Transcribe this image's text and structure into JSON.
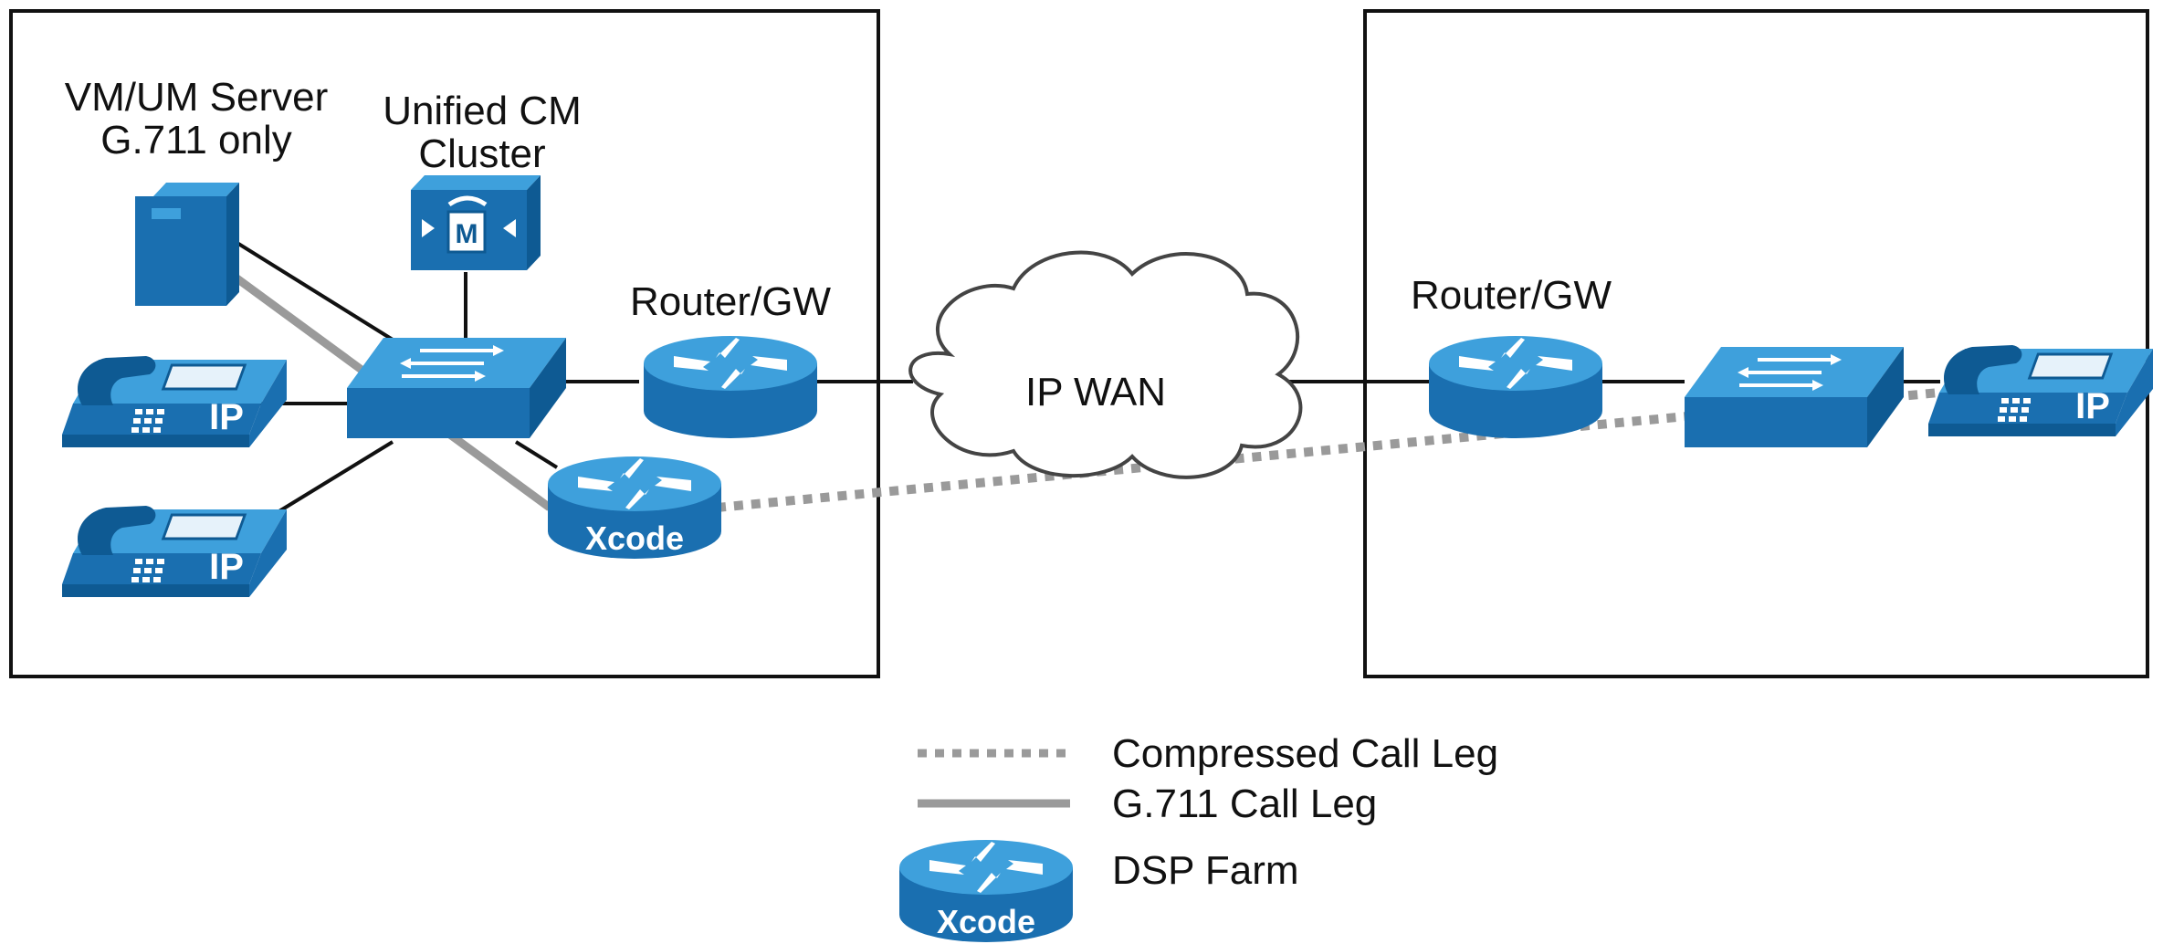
{
  "labels": {
    "vm_server_line1": "VM/UM Server",
    "vm_server_line2": "G.711 only",
    "cluster_line1": "Unified CM",
    "cluster_line2": "Cluster",
    "router_left": "Router/GW",
    "router_right": "Router/GW",
    "wan": "IP WAN",
    "phone_badge": "IP",
    "xcode_badge": "Xcode",
    "cm_badge": "M"
  },
  "legend": {
    "compressed": "Compressed Call Leg",
    "g711": "G.711 Call Leg",
    "dsp": "DSP Farm"
  },
  "colors": {
    "device_top": "#3ea0dc",
    "device_side": "#1a6fb0",
    "device_dark": "#0e5a93",
    "call_leg": "#9a9a9a",
    "link": "#111111"
  }
}
